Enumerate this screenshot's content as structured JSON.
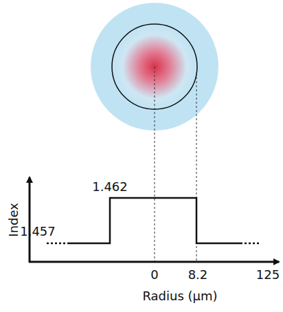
{
  "diagram": {
    "labels": [
      "1.462",
      "1.457",
      "Index",
      "0",
      "8.2",
      "125",
      "Radius (µm)"
    ]
  }
}
